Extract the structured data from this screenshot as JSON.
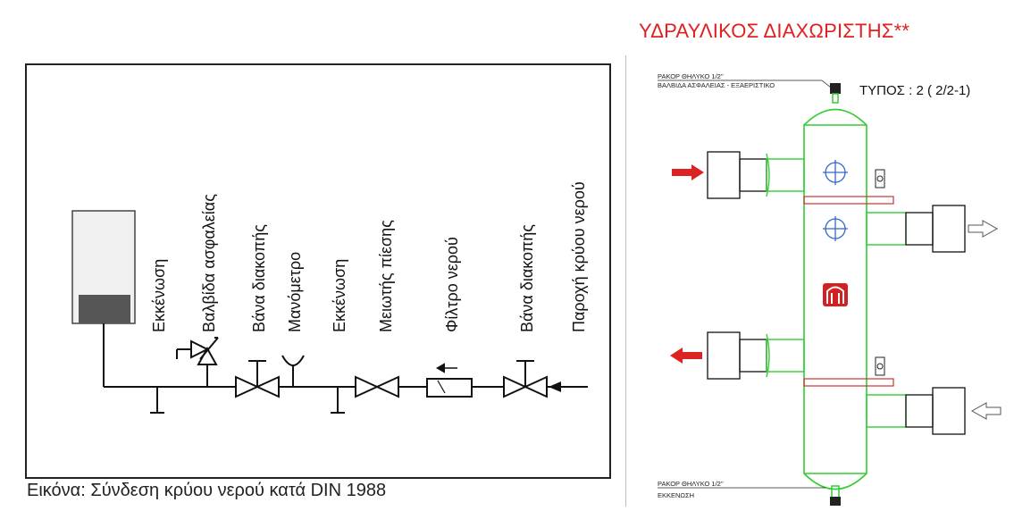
{
  "title": "ΥΔΡΑΥΛΙΚΟΣ ΔΙΑΧΩΡΙΣΤΗΣ**",
  "left": {
    "labels": [
      "Εκκένωση",
      "Βαλβίδα ασφαλείας",
      "Βάνα διακοπής",
      "Μανόμετρο",
      "Εκκένωση",
      "Μειωτής πίεσης",
      "Φίλτρο νερού",
      "Βάνα διακοπής",
      "Παροχή κρύου νερού"
    ],
    "caption": "Εικόνα: Σύνδεση κρύου νερού κατά DIN 1988"
  },
  "right": {
    "top_note_1": "ΡΑΚΟΡ ΘΗΛΥΚΟ 1/2''",
    "top_note_2": "ΒΑΛΒΙΔΑ ΑΣΦΑΛΕΙΑΣ - ΕΞΑΕΡΙΣΤΙΚΟ",
    "type_label": "ΤΥΠΟΣ : 2  ( 2/2-1)",
    "bottom_note_1": "ΡΑΚΟΡ ΘΗΛΥΚΟ 1/2''",
    "bottom_note_2": "ΕΚΚΕΝΩΣΗ"
  },
  "colors": {
    "title": "#e02020",
    "pipe_green": "#33cc33",
    "arrow_red": "#dd2222",
    "logo_red": "#d32020",
    "line": "#000000"
  }
}
